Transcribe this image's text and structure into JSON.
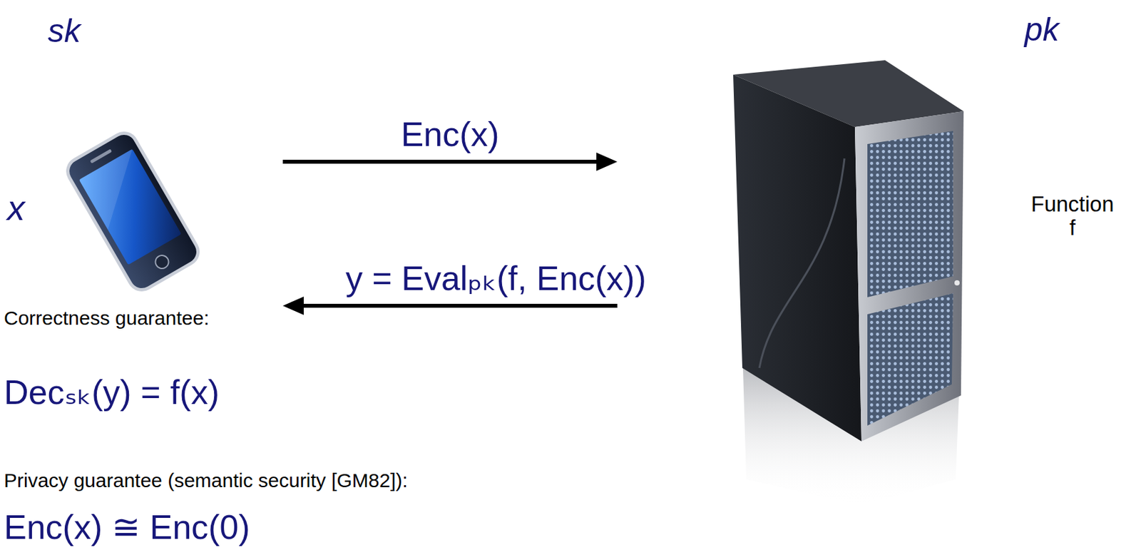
{
  "diagram": {
    "nodes": [
      {
        "text": [
          "sk",
          "x"
        ]
      },
      {
        "text": [
          "pk",
          "Function f"
        ]
      }
    ],
    "edges": [
      {
        "from": 0,
        "to": 1,
        "arrow": "to",
        "label": "Enc(x)"
      },
      {
        "from": 1,
        "to": 0,
        "arrow": "to",
        "label": "y = Evalₚₖ(f, Enc(x))"
      }
    ],
    "labels": [
      "Correctness guarantee:",
      "Decₛₖ(y) = f(x)",
      "Privacy guarantee (semantic security [GM82]):",
      "Enc(x) ≅ Enc(0)"
    ]
  }
}
